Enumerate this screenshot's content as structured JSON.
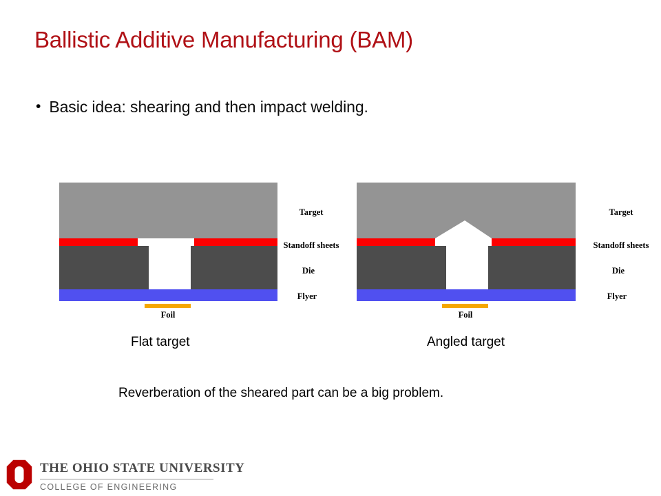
{
  "slide": {
    "title": "Ballistic Additive Manufacturing (BAM)",
    "title_color": "#B01116",
    "bullet_marker": "•",
    "bullet_text": "Basic idea: shearing and then impact welding.",
    "note": "Reverberation of the sheared part can be a big problem."
  },
  "diagrams": [
    {
      "id": "flat",
      "caption": "Flat target",
      "notch_type": "flat",
      "labels": {
        "target": "Target",
        "standoff": "Standoff sheets",
        "die": "Die",
        "flyer": "Flyer",
        "foil": "Foil"
      }
    },
    {
      "id": "angled",
      "caption": "Angled target",
      "notch_type": "angled",
      "labels": {
        "target": "Target",
        "standoff": "Standoff sheets",
        "die": "Die",
        "flyer": "Flyer",
        "foil": "Foil"
      }
    }
  ],
  "colors": {
    "target_gray": "#949494",
    "standoff_red": "#FC0000",
    "die_dark": "#4C4C4C",
    "flyer_blue": "#5050F0",
    "foil_orange": "#F5A700",
    "gap_white": "#FFFFFF",
    "title_red": "#B01116",
    "osu_scarlet": "#BB0000"
  },
  "footer": {
    "university": "The Ohio State University",
    "college": "College of Engineering",
    "logo_mark": "osu-block-o"
  }
}
